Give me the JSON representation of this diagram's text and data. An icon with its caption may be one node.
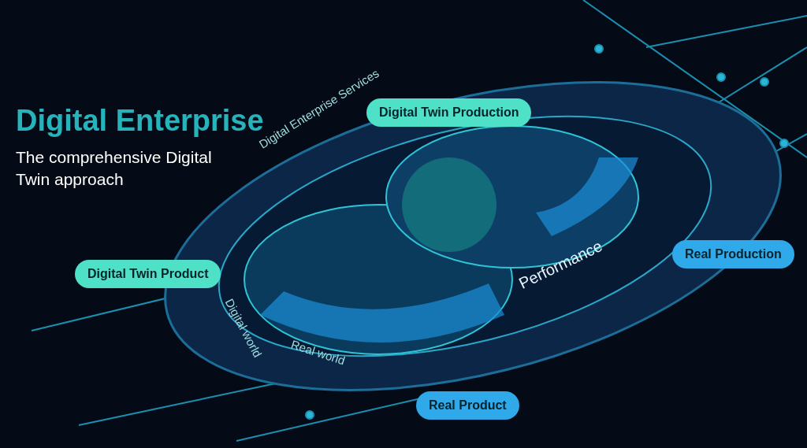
{
  "diagram": {
    "title": "Digital Enterprise",
    "caption": "The comprehensive Digital Twin approach",
    "nodes": [
      {
        "text": [
          "Digital Twin Production"
        ]
      },
      {
        "text": [
          "Digital Twin Product"
        ]
      },
      {
        "text": [
          "Real Production"
        ]
      },
      {
        "text": [
          "Real Product"
        ]
      }
    ],
    "labels": [
      "Digital Enterprise Services",
      "Digital world",
      "Real world",
      "Performance"
    ]
  }
}
